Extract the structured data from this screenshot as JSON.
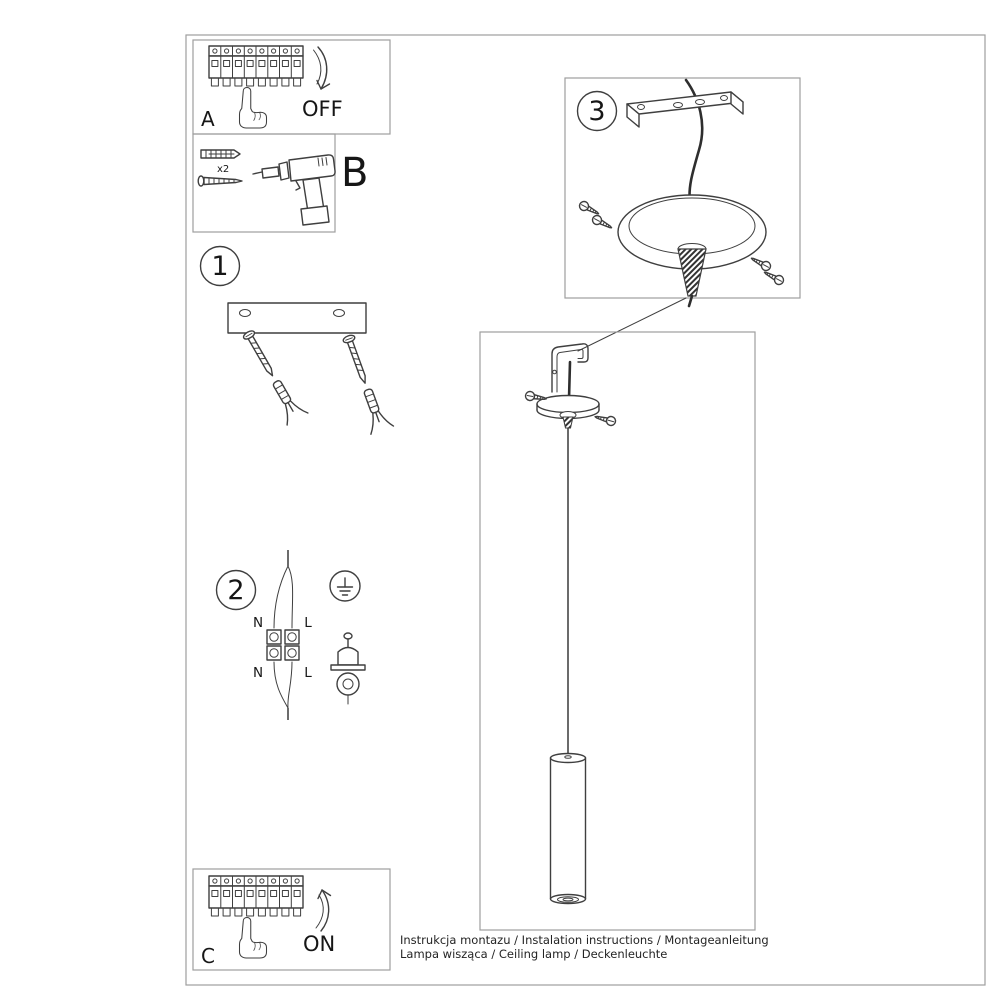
{
  "colors": {
    "background": "#ffffff",
    "line": "#3f3f3f",
    "frame": "#9e9e9e",
    "text": "#161616"
  },
  "steps": {
    "a": {
      "label": "A",
      "state": "OFF"
    },
    "b": {
      "label": "B",
      "qty": "x2"
    },
    "one": {
      "label": "1"
    },
    "two": {
      "label": "2",
      "n_top": "N",
      "l_top": "L",
      "n_bottom": "N",
      "l_bottom": "L"
    },
    "three": {
      "label": "3"
    },
    "c": {
      "label": "C",
      "state": "ON"
    }
  },
  "footer": {
    "line1": "Instrukcja montazu / Instalation instructions / Montageanleitung",
    "line2": "Lampa wisząca / Ceiling lamp / Deckenleuchte"
  }
}
